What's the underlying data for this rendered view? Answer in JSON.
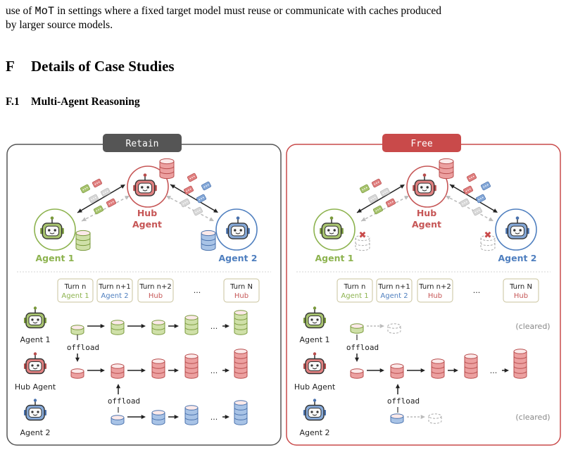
{
  "paragraph": {
    "line1_pre": "use of ",
    "line1_mot": "MoT",
    "line1_post": " in settings where a fixed target model must reuse or communicate with caches produced",
    "line2": "by larger source models."
  },
  "section": {
    "number": "F",
    "title": "Details of Case Studies"
  },
  "subsection": {
    "number": "F.1",
    "title": "Multi-Agent Reasoning"
  },
  "figure": {
    "left_panel": {
      "title": "Retain",
      "cleared_label": ""
    },
    "right_panel": {
      "title": "Free",
      "cleared_label": "(cleared)"
    },
    "agents": {
      "agent1": "Agent 1",
      "agent2": "Agent 2",
      "hub_line1": "Hub",
      "hub_line2": "Agent",
      "hub_row": "Hub Agent"
    },
    "turns": [
      {
        "line1": "Turn n",
        "line2": "Agent 1"
      },
      {
        "line1": "Turn n+1",
        "line2": "Agent 2"
      },
      {
        "line1": "Turn n+2",
        "line2": "Hub"
      },
      {
        "line1": "Turn N",
        "line2": "Hub"
      }
    ],
    "ellipsis": "...",
    "offload": "offload",
    "colors": {
      "green": "#8db34f",
      "red": "#c65656",
      "blue": "#4f7fbf",
      "retain_border": "#555555",
      "free_border": "#c94a4a"
    }
  }
}
